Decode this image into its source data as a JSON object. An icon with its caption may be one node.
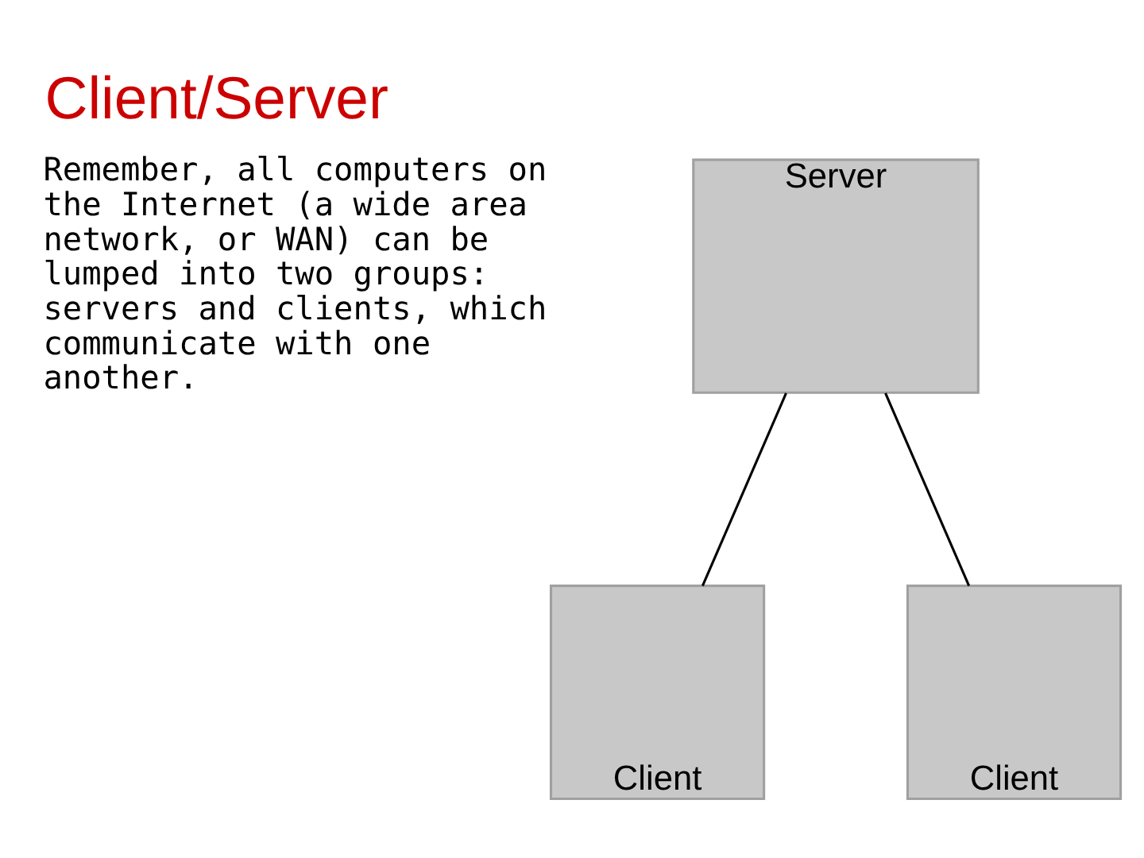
{
  "diagram": {
    "title": "Client/Server",
    "nodes": [
      {
        "text": [
          "Server"
        ]
      },
      {
        "text": [
          "Client"
        ]
      },
      {
        "text": [
          "Client"
        ]
      }
    ],
    "edges": [
      {
        "from": 0,
        "to": 1,
        "arrow": "none"
      },
      {
        "from": 0,
        "to": 2,
        "arrow": "none"
      }
    ],
    "labels": [
      "Remember, all computers on the Internet (a wide area network, or WAN) can be lumped into two groups: servers and clients, which communicate with one another."
    ]
  }
}
